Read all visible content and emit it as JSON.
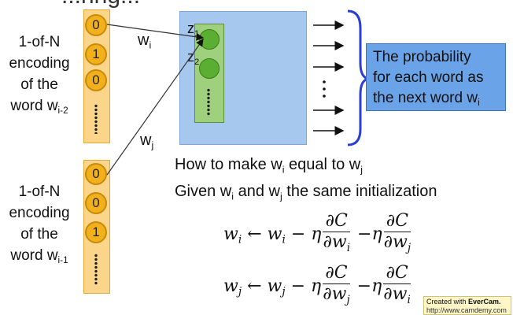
{
  "title_fragment": "...ring...",
  "input_top": {
    "label_lines": [
      "1-of-N",
      "encoding",
      "of the"
    ],
    "word_label": "word w",
    "word_subscript": "i-2",
    "bits": [
      "0",
      "1",
      "0"
    ]
  },
  "input_bottom": {
    "label_lines": [
      "1-of-N",
      "encoding",
      "of the"
    ],
    "word_label": "word w",
    "word_subscript": "i-1",
    "bits": [
      "0",
      "0",
      "1"
    ]
  },
  "weights": {
    "wi": "w",
    "wi_sub": "i",
    "wj": "w",
    "wj_sub": "j"
  },
  "hidden_units": {
    "z1": "z",
    "z1_sub": "1",
    "z2": "z",
    "z2_sub": "2"
  },
  "output_label": {
    "line1": "The probability",
    "line2": "for each word as",
    "line3": "the next word w",
    "line3_sub": "i"
  },
  "text": {
    "line1_a": "How to make w",
    "line1_sub1": "i",
    "line1_b": " equal to w",
    "line1_sub2": "j",
    "line2_a": "Given w",
    "line2_sub1": "i",
    "line2_b": " and w",
    "line2_sub2": "j",
    "line2_c": " the same initialization"
  },
  "equations": {
    "eq1": {
      "lhs": "w",
      "lhs_sub": "i",
      "arrow": "←",
      "rhs": "w",
      "rhs_sub": "i",
      "minus": "−",
      "eta": "η",
      "num": "∂C",
      "den1": "∂w",
      "den1_sub": "i",
      "den2": "∂w",
      "den2_sub": "j"
    },
    "eq2": {
      "lhs": "w",
      "lhs_sub": "j",
      "arrow": "←",
      "rhs": "w",
      "rhs_sub": "j",
      "minus": "−",
      "eta": "η",
      "num": "∂C",
      "den1": "∂w",
      "den1_sub": "j",
      "den2": "∂w",
      "den2_sub": "i"
    }
  },
  "watermark": {
    "line1": "Created with ",
    "brand": "EverCam.",
    "line2": "http://www.camdemy.com"
  },
  "colors": {
    "input_fill": "#fbd58a",
    "bit_fill": "#f2b01d",
    "network_fill": "#a7c8ee",
    "hidden_fill": "#9fd07d",
    "neuron_fill": "#5aae32",
    "brace": "#2a3fd6",
    "output_box": "#6aa3e8"
  }
}
